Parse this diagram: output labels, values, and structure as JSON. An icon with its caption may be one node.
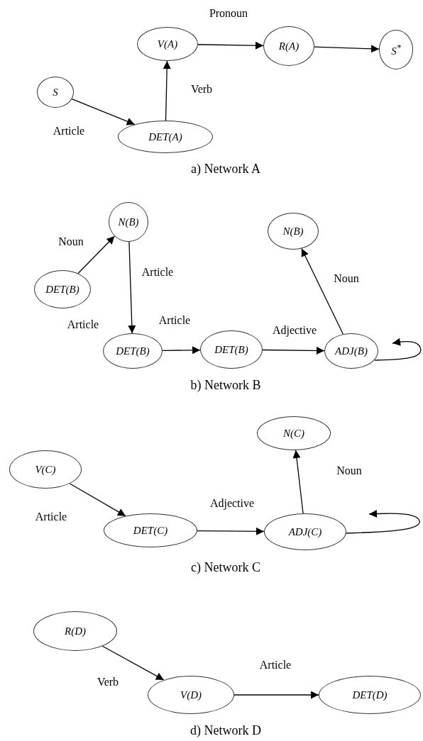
{
  "diagram": {
    "nodes": [
      {
        "text": [
          "S"
        ]
      },
      {
        "text": [
          "DET(A)"
        ]
      },
      {
        "text": [
          "V(A)"
        ]
      },
      {
        "text": [
          "R(A)"
        ]
      },
      {
        "text": [
          "S$^{*}$"
        ]
      },
      {
        "text": [
          "N(B)"
        ]
      },
      {
        "text": [
          "DET(B)"
        ]
      },
      {
        "text": [
          "DET(B)"
        ]
      },
      {
        "text": [
          "DET(B)"
        ]
      },
      {
        "text": [
          "ADJ(B)"
        ]
      },
      {
        "text": [
          "N(B)"
        ]
      },
      {
        "text": [
          "V(C)"
        ]
      },
      {
        "text": [
          "DET(C)"
        ]
      },
      {
        "text": [
          "ADJ(C)"
        ]
      },
      {
        "text": [
          "N(C)"
        ]
      },
      {
        "text": [
          "R(D)"
        ]
      },
      {
        "text": [
          "V(D)"
        ]
      },
      {
        "text": [
          "DET(D)"
        ]
      }
    ],
    "edges": [
      {
        "from": 0,
        "to": 1,
        "arrow": "to",
        "label": "Article"
      },
      {
        "from": 1,
        "to": 2,
        "arrow": "to",
        "label": "Verb"
      },
      {
        "from": 2,
        "to": 3,
        "arrow": "to",
        "label": "Pronoun"
      },
      {
        "from": 3,
        "to": 4,
        "arrow": "to"
      },
      {
        "from": 6,
        "to": 5,
        "arrow": "to",
        "label": "Noun"
      },
      {
        "from": 5,
        "to": 7,
        "arrow": "to",
        "label": "Article"
      },
      {
        "from": 7,
        "to": 8,
        "arrow": "to",
        "label": "Article"
      },
      {
        "from": 8,
        "to": 9,
        "arrow": "to",
        "label": "Adjective"
      },
      {
        "from": 9,
        "to": 10,
        "arrow": "to",
        "label": "Noun"
      },
      {
        "from": 9,
        "to": null,
        "arrow": "to"
      },
      {
        "from": 11,
        "to": 12,
        "arrow": "to",
        "label": "Article"
      },
      {
        "from": 12,
        "to": 13,
        "arrow": "to",
        "label": "Adjective"
      },
      {
        "from": 13,
        "to": 14,
        "arrow": "to",
        "label": "Noun"
      },
      {
        "from": 13,
        "to": null,
        "arrow": "to"
      },
      {
        "from": 15,
        "to": 16,
        "arrow": "to",
        "label": "Verb"
      },
      {
        "from": 16,
        "to": 17,
        "arrow": "to",
        "label": "Article"
      }
    ],
    "labels": [
      "a) Network A",
      "Article",
      "b) Network B",
      "c) Network C",
      "d) Network D"
    ]
  }
}
